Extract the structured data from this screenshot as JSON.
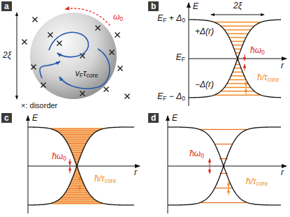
{
  "diagram": {
    "nodes": [
      {
        "text": [
          "a"
        ]
      },
      {
        "text": [
          "b"
        ]
      },
      {
        "text": [
          "c"
        ]
      },
      {
        "text": [
          "d"
        ]
      }
    ],
    "labels": [
      "2ξ",
      "ω0",
      "vFτcore",
      "×: disorder",
      "E",
      "EF + Δ0",
      "2ξ",
      "+Δ(r)",
      "EF",
      "r",
      "ħω0",
      "−Δ(r)",
      "ħ/τcore",
      "EF − Δ0",
      "E",
      "r",
      "ħω0",
      "ħ/τcore",
      "E",
      "r",
      "ħω0",
      "ħ/τcore"
    ]
  }
}
